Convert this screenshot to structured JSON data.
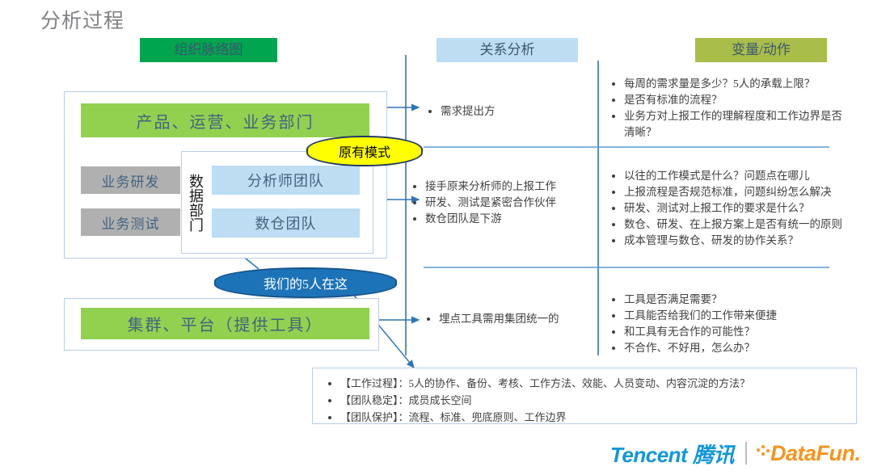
{
  "page_title": "分析过程",
  "headers": {
    "org": "组织脉络图",
    "relation": "关系分析",
    "variable": "变量/动作"
  },
  "colors": {
    "header_org_bg": "#00a550",
    "header_relation_bg": "#bdddf2",
    "header_variable_bg": "#a8bd4a",
    "green_bar": "#92d050",
    "grey_bar": "#b0b0b0",
    "blue_bar": "#bdddf2",
    "yellow_oval": "#ffff00",
    "blue_oval": "#1d73b8",
    "connector_blue": "#2e75b6",
    "box_border": "#b9cde5",
    "tencent_blue": "#1296db",
    "datafun_orange": "#f7941e"
  },
  "org_chart": {
    "product_bar": "产品、运营、业务部门",
    "rnd_bar": "业务研发",
    "qa_bar": "业务测试",
    "data_dept_label": "数据部门",
    "analyst_bar": "分析师团队",
    "warehouse_bar": "数仓团队",
    "cluster_bar": "集群、平台（提供工具）"
  },
  "callouts": {
    "old_mode": "原有模式",
    "our_five": "我们的5人在这"
  },
  "relation_analysis": {
    "block1": [
      "需求提出方"
    ],
    "block2": [
      "接手原来分析师的上报工作",
      "研发、测试是紧密合作伙伴",
      "数仓团队是下游"
    ],
    "block3": [
      "埋点工具需用集团统一的"
    ]
  },
  "variable_action": {
    "block1": [
      "每周的需求量是多少？5人的承载上限？",
      "是否有标准的流程？",
      "业务方对上报工作的理解程度和工作边界是否清晰？"
    ],
    "block2": [
      "以往的工作模式是什么？问题点在哪儿",
      "上报流程是否规范标准，问题纠纷怎么解决",
      "研发、测试对上报工作的要求是什么？",
      "数仓、研发、在上报方案上是否有统一的原则",
      "成本管理与数仓、研发的协作关系？"
    ],
    "block3": [
      "工具是否满足需要？",
      "工具能否给我们的工作带来便捷",
      "和工具有无合作的可能性？",
      "不合作、不好用，怎么办？"
    ]
  },
  "bottom_note": [
    "【工作过程】：5人的协作、备份、考核、工作方法、效能、人员变动、内容沉淀的方法？",
    "【团队稳定】：成员成长空间",
    "【团队保护】：流程、标准、兜底原则、工作边界"
  ],
  "footer": {
    "tencent": "Tencent 腾讯",
    "datafun": "DataFun."
  }
}
